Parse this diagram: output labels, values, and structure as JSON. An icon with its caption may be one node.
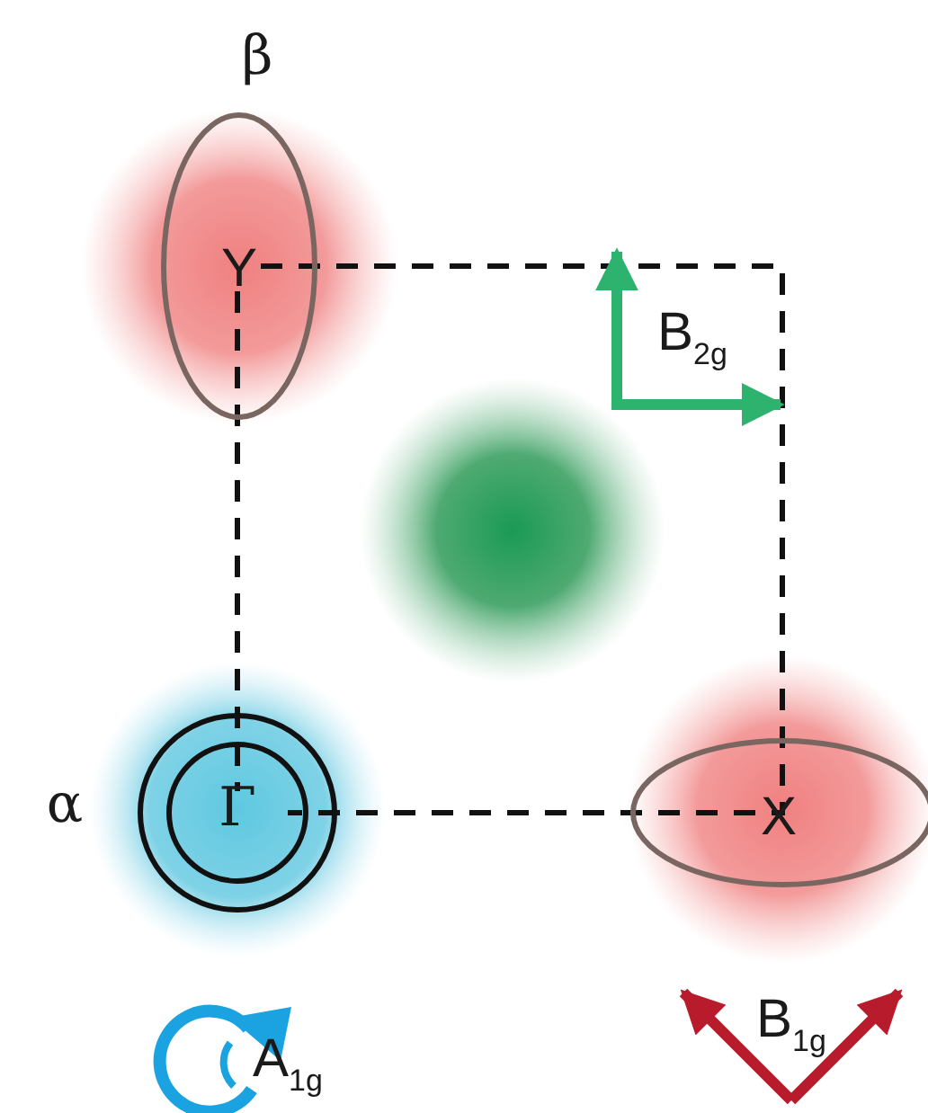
{
  "diagram": {
    "labels": [
      "β",
      "Y",
      "B$_{2g}$",
      "α",
      "Γ",
      "X",
      "A$_{1g}$",
      "B$_{1g}$"
    ]
  }
}
